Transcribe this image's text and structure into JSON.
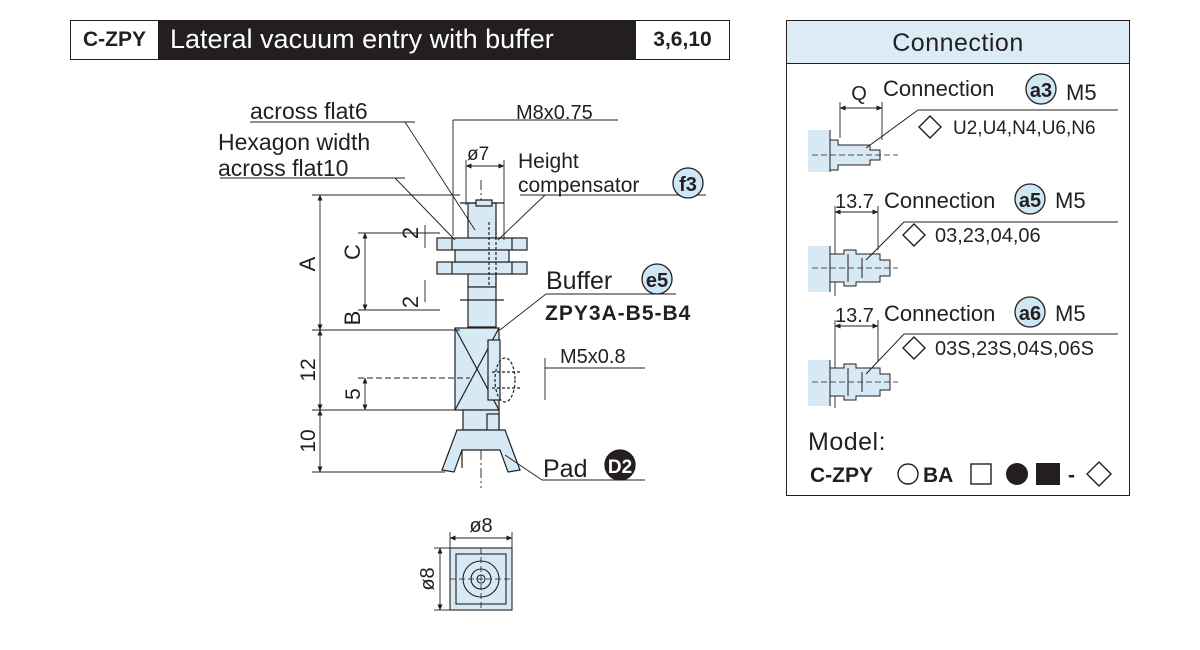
{
  "header": {
    "model": "C-ZPY",
    "description": "Lateral vacuum entry with buffer",
    "sizes": "3,6,10"
  },
  "main_drawing": {
    "label_across_flat6": "across flat6",
    "label_hex_width": "Hexagon width",
    "label_across_flat10": "across flat10",
    "label_thread_top": "M8x0.75",
    "label_dia7": "ø7",
    "label_height": "Height",
    "label_compensator": "compensator",
    "badge_f3": "f3",
    "dim_A": "A",
    "dim_C": "C",
    "dim_B": "B",
    "dim_2_top": "2",
    "dim_2_mid": "2",
    "label_buffer": "Buffer",
    "badge_e5": "e5",
    "buffer_part": "ZPY3A-B5-B4",
    "label_thread_side": "M5x0.8",
    "dim_12": "12",
    "dim_5": "5",
    "dim_10": "10",
    "label_pad": "Pad",
    "badge_d2": "D2"
  },
  "bottom_view": {
    "dim_width": "ø8",
    "dim_height": "ø8"
  },
  "connection_panel": {
    "title": "Connection",
    "items": [
      {
        "dim": "Q",
        "label": "Connection",
        "badge": "a3",
        "thread": "M5",
        "options": "U2,U4,N4,U6,N6"
      },
      {
        "dim": "13.7",
        "label": "Connection",
        "badge": "a5",
        "thread": "M5",
        "options": "03,23,04,06"
      },
      {
        "dim": "13.7",
        "label": "Connection",
        "badge": "a6",
        "thread": "M5",
        "options": "03S,23S,04S,06S"
      }
    ],
    "model_label": "Model:",
    "model_code_prefix": "C-ZPY",
    "model_code_ba": "BA",
    "model_code_dash": "-"
  },
  "colors": {
    "ink": "#231f20",
    "part_fill": "#d6e9f4",
    "badge_fill": "#cfe6f4",
    "header_bg": "#231f20",
    "panel_title_bg": "#dcecf6"
  }
}
